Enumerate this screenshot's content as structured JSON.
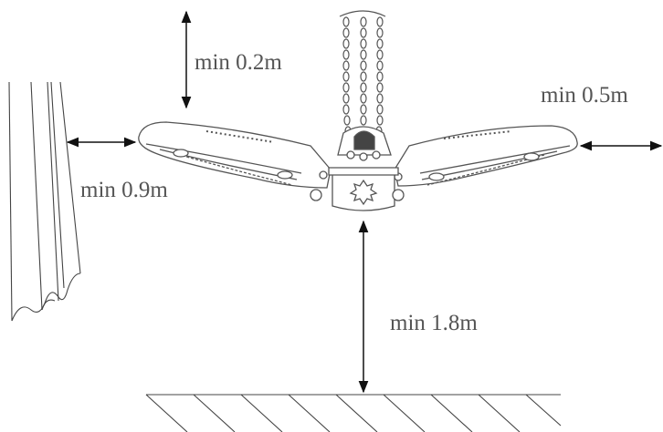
{
  "labels": {
    "top_clearance": "min 0.2m",
    "wall_clearance": "min 0.9m",
    "side_clearance": "min 0.5m",
    "floor_clearance": "min 1.8m"
  },
  "colors": {
    "line": "#333333",
    "fixture": "#555555",
    "text": "#555555"
  }
}
